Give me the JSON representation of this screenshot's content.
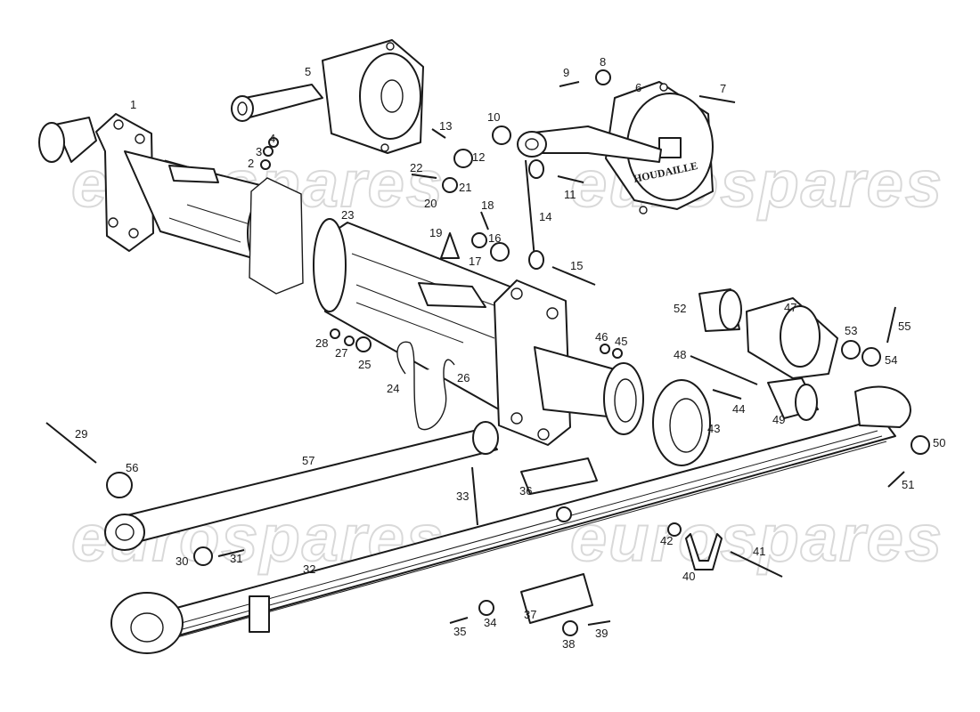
{
  "diagram": {
    "watermark_text": "eurospares",
    "stamp_text": "HOUDAILLE",
    "callouts": [
      "1",
      "2",
      "3",
      "4",
      "5",
      "6",
      "7",
      "8",
      "9",
      "10",
      "11",
      "12",
      "13",
      "14",
      "15",
      "16",
      "17",
      "18",
      "19",
      "20",
      "21",
      "22",
      "23",
      "24",
      "25",
      "26",
      "27",
      "28",
      "29",
      "30",
      "31",
      "32",
      "33",
      "34",
      "35",
      "36",
      "37",
      "38",
      "39",
      "40",
      "41",
      "42",
      "43",
      "44",
      "45",
      "46",
      "47",
      "48",
      "49",
      "50",
      "51",
      "52",
      "53",
      "54",
      "55",
      "56",
      "57"
    ]
  }
}
